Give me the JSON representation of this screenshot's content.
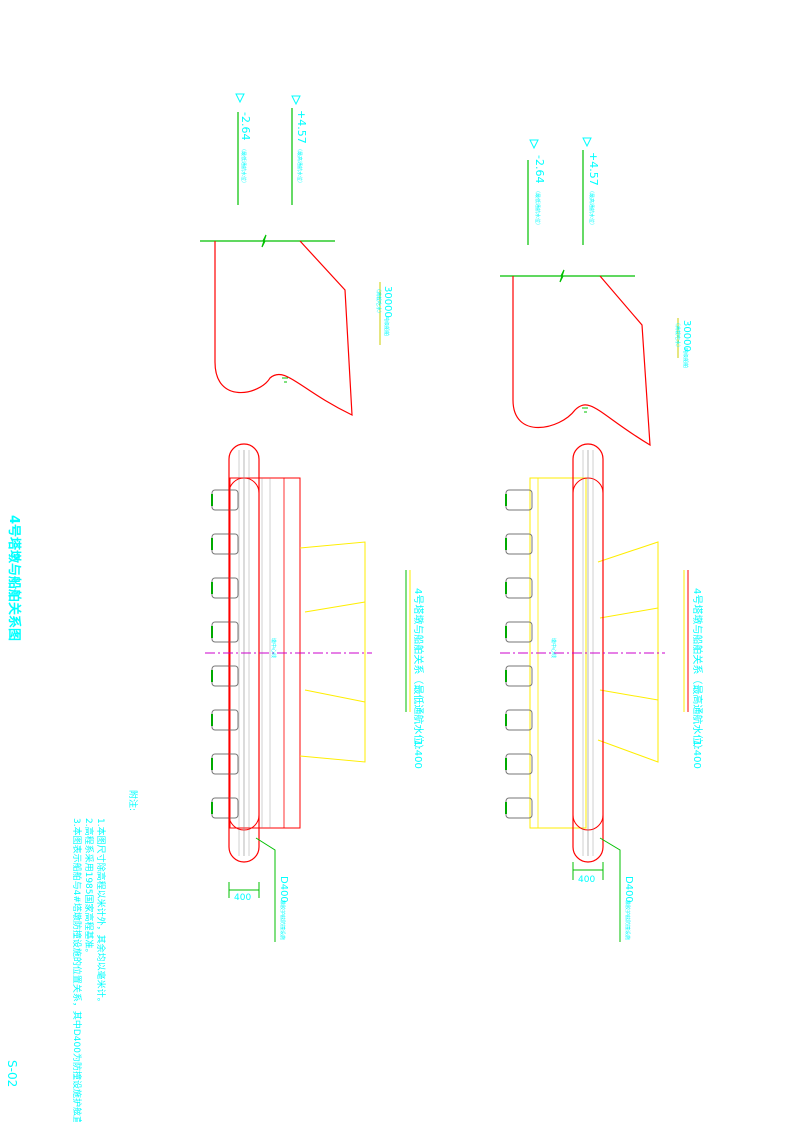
{
  "title": "4号塔墩与船舶关系图",
  "sheet_number": "S-02",
  "notes": {
    "heading": "附注:",
    "items": [
      "1.本图尺寸除高程以米计外，其余均以毫米计。",
      "2.高程系采用1985国家高程基准。",
      "3.本图表示船舶与4#塔墩防撞设施的位置关系，其中D400为防撞设施护舷直径。"
    ]
  },
  "views": [
    {
      "id": "right",
      "subtitle": "4号塔墩与船舶关系（最高通航水位）",
      "scale": "1:400",
      "level_high": "+4.57",
      "level_high_note": "（最高通航水位）",
      "level_low": "-2.64",
      "level_low_note": "（最低通航水位）",
      "ship_dim": "30000",
      "ship_note": "吨级船舶",
      "ship_note2": "（满载吃水）",
      "fender_label": "D400",
      "fender_note": "橡胶护舷防撞设施",
      "width_dim": "400",
      "axis_mark": "墩中心线"
    },
    {
      "id": "left",
      "subtitle": "4号塔墩与船舶关系（最低通航水位）",
      "scale": "1:400",
      "level_high": "+4.57",
      "level_high_note": "（最高通航水位）",
      "level_low": "-2.64",
      "level_low_note": "（最低通航水位）",
      "ship_dim": "30000",
      "ship_note": "吨级船舶",
      "ship_note2": "（满载吃水）",
      "fender_label": "D400",
      "fender_note": "橡胶护舷防撞设施",
      "width_dim": "400",
      "axis_mark": "墩中心线"
    }
  ],
  "colors": {
    "text": "#00ffff",
    "ship": "#ff0000",
    "water": "#00c000",
    "pier": "#ffee00",
    "axis": "#cc00cc",
    "fender": "#ff0000",
    "pile": "#00aa00"
  }
}
